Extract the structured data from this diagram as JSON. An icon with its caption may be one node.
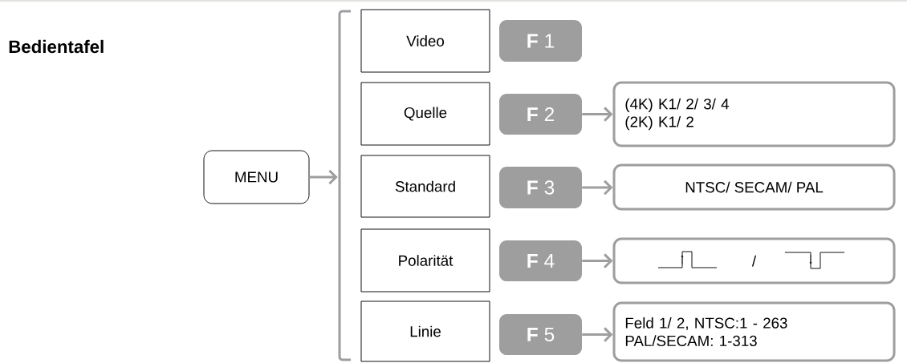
{
  "diagram": {
    "title": "Bedientafel",
    "nodes": [
      {
        "text": [
          "MENU"
        ]
      },
      {
        "text": [
          "Video"
        ]
      },
      {
        "text": [
          "Quelle"
        ]
      },
      {
        "text": [
          "Standard"
        ]
      },
      {
        "text": [
          "Polarität"
        ]
      },
      {
        "text": [
          "Linie"
        ]
      },
      {
        "text": [
          "**F** 1"
        ]
      },
      {
        "text": [
          "**F** 2"
        ]
      },
      {
        "text": [
          "**F** 3"
        ]
      },
      {
        "text": [
          "**F** 4"
        ]
      },
      {
        "text": [
          "**F** 5"
        ]
      },
      {
        "text": [
          "(4K) K1/ 2/ 3/ 4",
          "(2K) K1/ 2"
        ]
      },
      {
        "text": [
          "NTSC/ SECAM/ PAL"
        ]
      },
      {
        "text": [
          "/"
        ]
      },
      {
        "text": [
          "Feld 1/ 2, NTSC:1 - 263",
          "PAL/SECAM: 1-313"
        ]
      },
      {
        "text": [],
        "shape": "bracket"
      }
    ],
    "edges": [
      {
        "from": 0,
        "to": 15,
        "arrow": "to"
      },
      {
        "from": 7,
        "to": 11,
        "arrow": "to"
      },
      {
        "from": 8,
        "to": 12,
        "arrow": "to"
      },
      {
        "from": 9,
        "to": 13,
        "arrow": "to"
      },
      {
        "from": 10,
        "to": 14,
        "arrow": "to"
      }
    ]
  }
}
